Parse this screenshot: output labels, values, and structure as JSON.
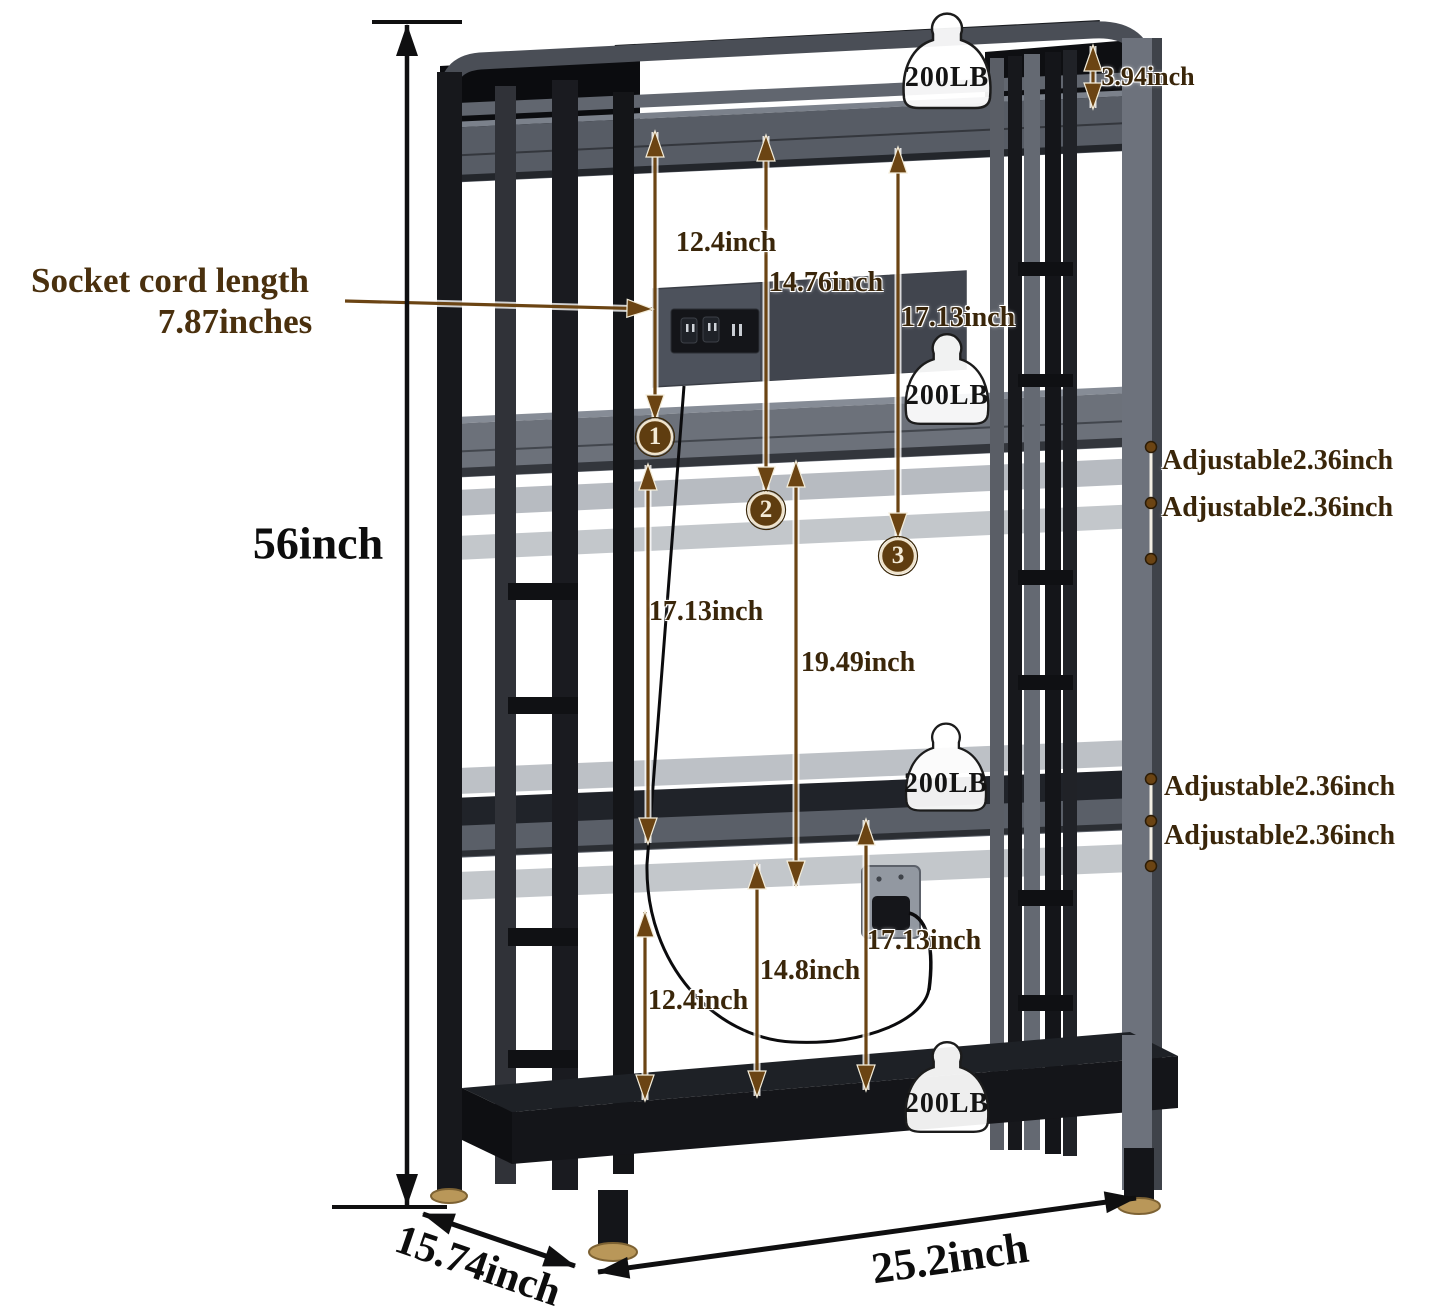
{
  "diagram": {
    "note": {
      "line1": "Socket cord length",
      "line2": "7.87inches"
    },
    "overall": {
      "height": "56inch",
      "depth": "15.74inch",
      "width": "25.2inch",
      "top_rail_height": "3.94inch"
    },
    "capacity": {
      "label": "200LB"
    },
    "upper_gaps": {
      "g1": "12.4inch",
      "g2": "14.76inch",
      "g3": "17.13inch"
    },
    "markers": {
      "m1": "1",
      "m2": "2",
      "m3": "3"
    },
    "middle_gaps": {
      "left": "17.13inch",
      "right": "19.49inch"
    },
    "lower_gaps": {
      "left": "12.4inch",
      "mid": "14.8inch",
      "right": "17.13inch"
    },
    "adjustable": {
      "label": "Adjustable2.36inch"
    },
    "colors": {
      "annotation_brown": "#6b4413",
      "text_brown": "#3a260a",
      "text_black": "#0d0d0d",
      "frame_dark": "#17181c",
      "board_grey": "#6c717a",
      "ghost_grey": "#9ba1a9",
      "foot_gold": "#b99759"
    }
  }
}
